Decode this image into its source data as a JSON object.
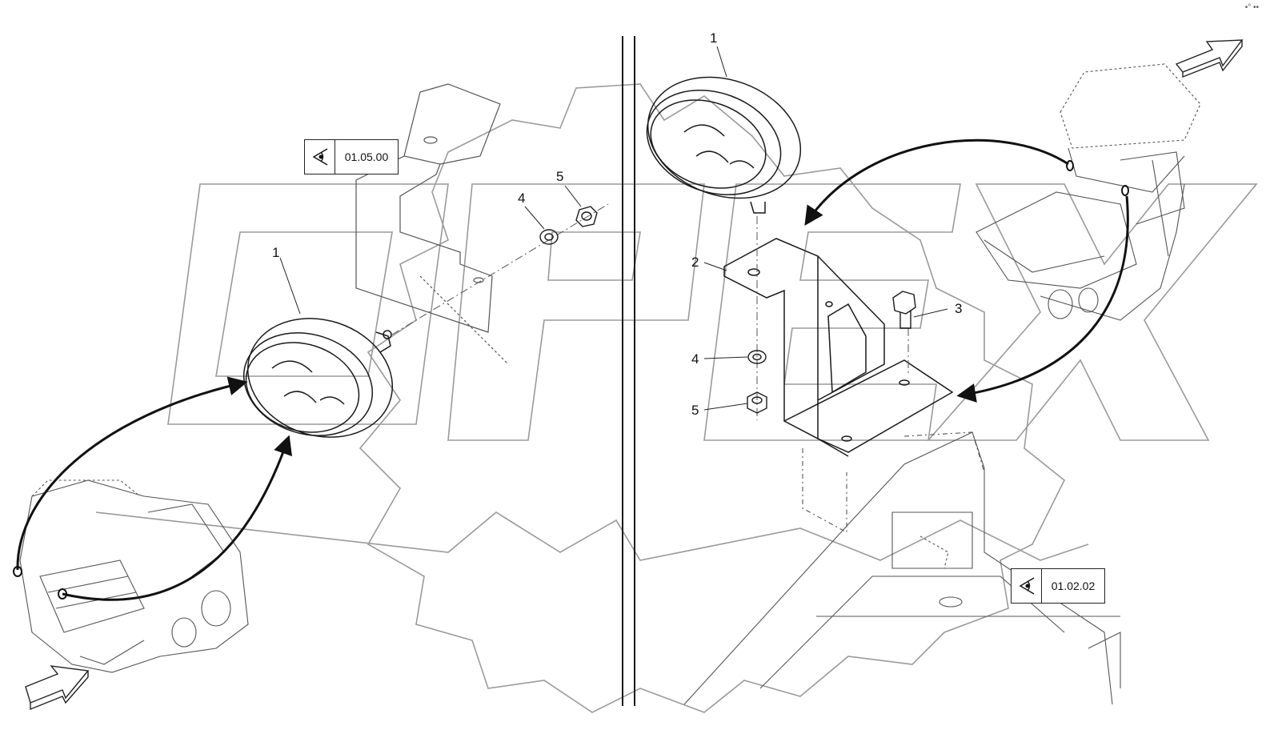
{
  "diagram": {
    "watermark_text": "OPEX",
    "callouts_left": [
      {
        "id": "l1",
        "label": "1"
      },
      {
        "id": "l4",
        "label": "4"
      },
      {
        "id": "l5",
        "label": "5"
      }
    ],
    "callouts_right": [
      {
        "id": "r1",
        "label": "1"
      },
      {
        "id": "r2",
        "label": "2"
      },
      {
        "id": "r3",
        "label": "3"
      },
      {
        "id": "r4",
        "label": "4"
      },
      {
        "id": "r5",
        "label": "5"
      }
    ],
    "view_refs": [
      {
        "id": "ref-left",
        "code": "01.05.00",
        "icon": "eye-view-icon"
      },
      {
        "id": "ref-right",
        "code": "01.02.02",
        "icon": "eye-view-icon"
      }
    ],
    "corner_mark": "•° ••"
  },
  "colors": {
    "line": "#1a1a1a",
    "thin_line": "#444444",
    "watermark": "#9a9a9a"
  }
}
